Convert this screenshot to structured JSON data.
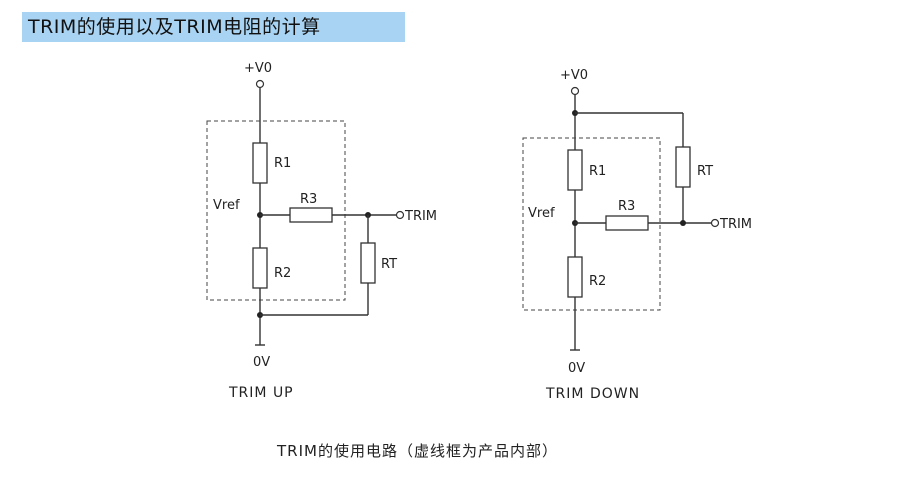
{
  "title": "TRIM的使用以及TRIM电阻的计算",
  "caption": "TRIM的使用电路（虚线框为产品内部）",
  "circuit_up": {
    "supply": "+V0",
    "ground": "0V",
    "node": "Vref",
    "r1": "R1",
    "r2": "R2",
    "r3": "R3",
    "rt": "RT",
    "trim": "TRIM",
    "label": "TRIM UP"
  },
  "circuit_down": {
    "supply": "+V0",
    "ground": "0V",
    "node": "Vref",
    "r1": "R1",
    "r2": "R2",
    "r3": "R3",
    "rt": "RT",
    "trim": "TRIM",
    "label": "TRIM DOWN"
  }
}
